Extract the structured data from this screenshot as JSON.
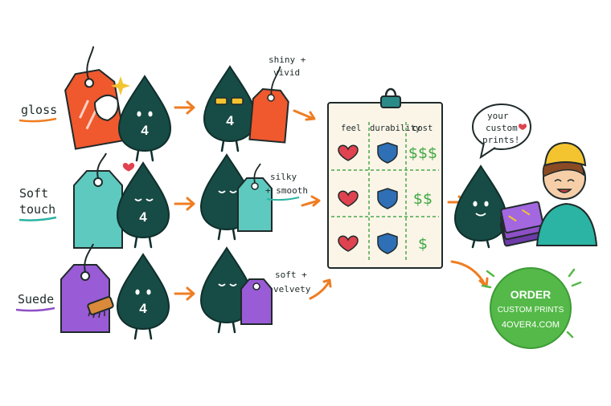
{
  "rows": [
    {
      "label": "gloss",
      "underline": "#ef7d22",
      "tag_color": "#f0582e",
      "result_note": [
        "shiny +",
        "vivid"
      ]
    },
    {
      "label": [
        "Soft",
        "touch"
      ],
      "underline": "#2bb3a3",
      "tag_color": "#5ec9bf",
      "result_note": [
        "silky",
        "+ smooth"
      ]
    },
    {
      "label": "Suede",
      "underline": "#8e4fc7",
      "tag_color": "#9a5bd6",
      "result_note": [
        "soft +",
        "velvety"
      ]
    }
  ],
  "mascot_number": "4",
  "comparison": {
    "headers": [
      "feel",
      "durability",
      "cost"
    ],
    "rows": [
      {
        "feel": "heart",
        "durability": "shield",
        "cost": "$$$"
      },
      {
        "feel": "heart",
        "durability": "shield",
        "cost": "$$"
      },
      {
        "feel": "heart",
        "durability": "shield",
        "cost": "$"
      }
    ]
  },
  "speech": [
    "your",
    "custom",
    "prints!"
  ],
  "cta": {
    "line1": "ORDER",
    "line2": "CUSTOM PRINTS",
    "line3": "4OVER4.COM",
    "color": "#54b948"
  },
  "colors": {
    "mascot": "#174b45",
    "arrow": "#ef7d22",
    "heart": "#e0424f",
    "shield": "#2f6fb5",
    "dollar": "#3fa842"
  }
}
